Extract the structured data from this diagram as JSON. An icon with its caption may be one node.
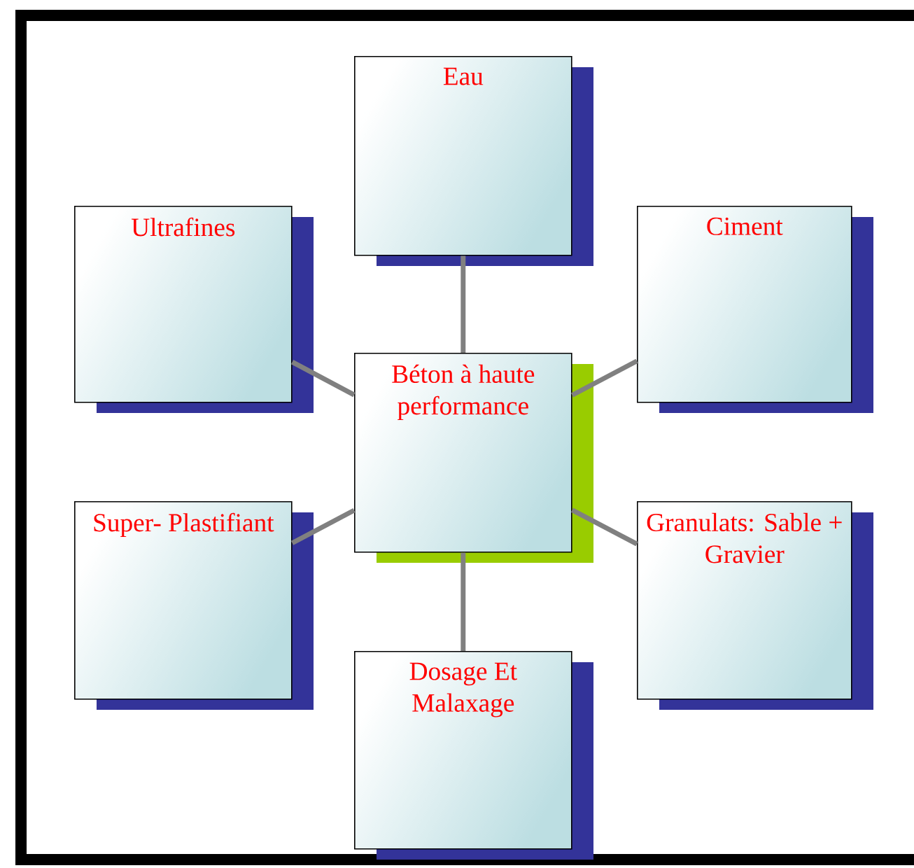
{
  "diagram": {
    "nodes": [
      {
        "text": [
          "Eau"
        ]
      },
      {
        "text": [
          "Ultrafines"
        ]
      },
      {
        "text": [
          "Ciment"
        ]
      },
      {
        "text": [
          "Béton à haute performance"
        ]
      },
      {
        "text": [
          "Super- Plastifiant"
        ]
      },
      {
        "text": [
          "Granulats: Sable + Gravier"
        ]
      },
      {
        "text": [
          "Dosage Et Malaxage"
        ]
      }
    ],
    "edges": [
      {
        "from": 3,
        "to": 0,
        "arrow": "none"
      },
      {
        "from": 3,
        "to": 1,
        "arrow": "none"
      },
      {
        "from": 3,
        "to": 2,
        "arrow": "none"
      },
      {
        "from": 3,
        "to": 4,
        "arrow": "none"
      },
      {
        "from": 3,
        "to": 5,
        "arrow": "none"
      },
      {
        "from": 3,
        "to": 6,
        "arrow": "none"
      }
    ]
  }
}
